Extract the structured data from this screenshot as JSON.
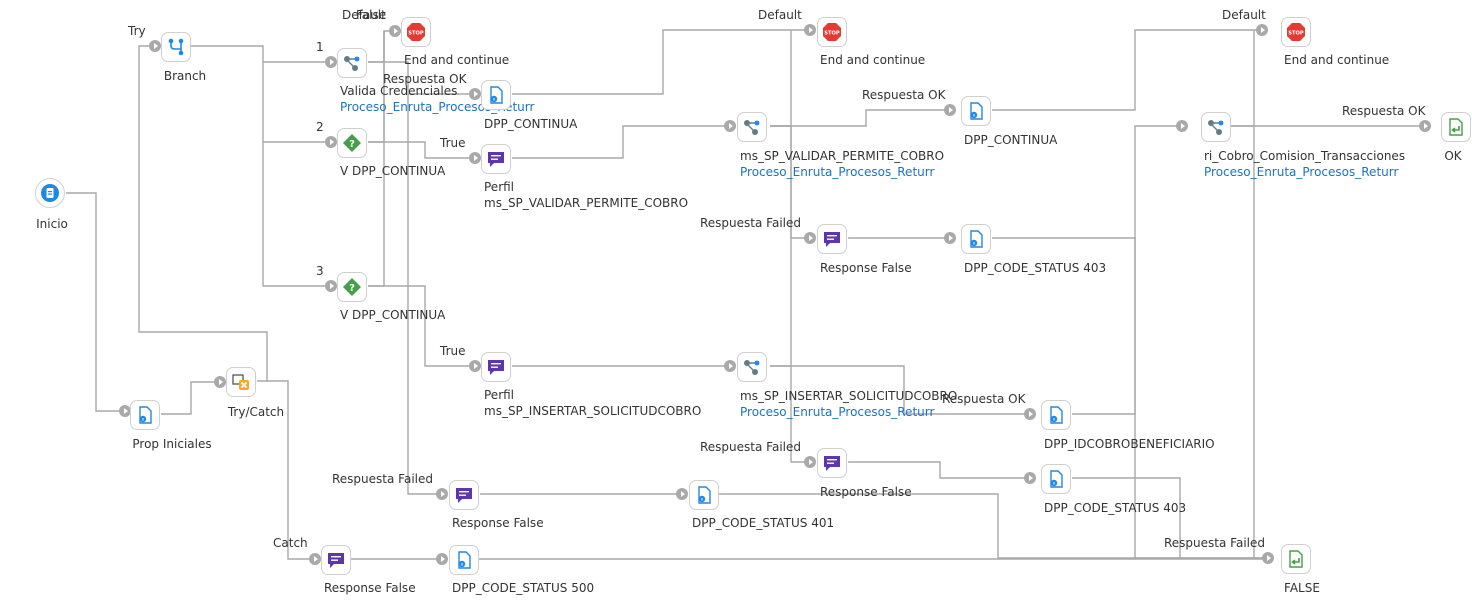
{
  "nodes": {
    "inicio": {
      "label": "Inicio"
    },
    "prop_iniciales": {
      "label": "Prop Iniciales"
    },
    "try_catch": {
      "label": "Try/Catch"
    },
    "branch": {
      "label": "Branch"
    },
    "valida": {
      "label": "Valida Credenciales",
      "sub": "Proceso_Enruta_Procesos_Returr"
    },
    "v_dpp_1": {
      "label": "V DPP_CONTINUA"
    },
    "v_dpp_2": {
      "label": "V DPP_CONTINUA"
    },
    "stop1": {
      "label": "End and continue"
    },
    "stop2": {
      "label": "End and continue"
    },
    "stop3": {
      "label": "End and continue"
    },
    "dpp_continua_1": {
      "label": "DPP_CONTINUA"
    },
    "perfil_1": {
      "label": "Perfil",
      "sub": "ms_SP_VALIDAR_PERMITE_COBRO"
    },
    "perfil_2": {
      "label": "Perfil",
      "sub": "ms_SP_INSERTAR_SOLICITUDCOBRO"
    },
    "ms_validar": {
      "label": "ms_SP_VALIDAR_PERMITE_COBRO",
      "sub": "Proceso_Enruta_Procesos_Returr"
    },
    "ms_insertar": {
      "label": "ms_SP_INSERTAR_SOLICITUDCOBRO",
      "sub": "Proceso_Enruta_Procesos_Returr"
    },
    "dpp_continua_2": {
      "label": "DPP_CONTINUA"
    },
    "resp_false_1": {
      "label": "Response False"
    },
    "dpp_403_1": {
      "label": "DPP_CODE_STATUS 403"
    },
    "resp_false_2": {
      "label": "Response False"
    },
    "dpp_idcobro": {
      "label": "DPP_IDCOBROBENEFICIARIO"
    },
    "dpp_403_2": {
      "label": "DPP_CODE_STATUS 403"
    },
    "resp_false_3": {
      "label": "Response False"
    },
    "dpp_401": {
      "label": "DPP_CODE_STATUS 401"
    },
    "resp_false_4": {
      "label": "Response False"
    },
    "dpp_500": {
      "label": "DPP_CODE_STATUS 500"
    },
    "ri_cobro": {
      "label": "ri_Cobro_Comision_Transacciones",
      "sub": "Proceso_Enruta_Procesos_Returr"
    },
    "ok": {
      "label": "OK"
    },
    "false_end": {
      "label": "FALSE"
    }
  },
  "edge_labels": {
    "try": "Try",
    "catch": "Catch",
    "branch_1": "1",
    "branch_2": "2",
    "branch_3": "3",
    "default_1": "Default",
    "false_1": "False",
    "true_1": "True",
    "true_2": "True",
    "default_2": "Default",
    "default_3": "Default",
    "resp_ok_1": "Respuesta OK",
    "resp_ok_2": "Respuesta OK",
    "resp_ok_3": "Respuesta OK",
    "resp_ok_4": "Respuesta OK",
    "resp_failed_1": "Respuesta Failed",
    "resp_failed_2": "Respuesta Failed",
    "resp_failed_3": "Respuesta Failed",
    "resp_failed_4": "Respuesta Failed"
  },
  "colors": {
    "wire": "#a9a9a9",
    "stop": "#e53935",
    "doc_icon": "#1e88e5",
    "decision": "#43a047",
    "message": "#5e35b1",
    "try_catch": "#f9a825",
    "return": "#43a047",
    "link": "#1a73c7"
  },
  "icons": {
    "inicio": "start-document-icon",
    "process": "process-call-icon",
    "document": "document-properties-icon",
    "decision": "decision-question-icon",
    "message": "message-icon",
    "stop": "stop-icon",
    "return": "return-documents-icon",
    "branch": "branch-icon",
    "try_catch": "try-catch-icon"
  }
}
